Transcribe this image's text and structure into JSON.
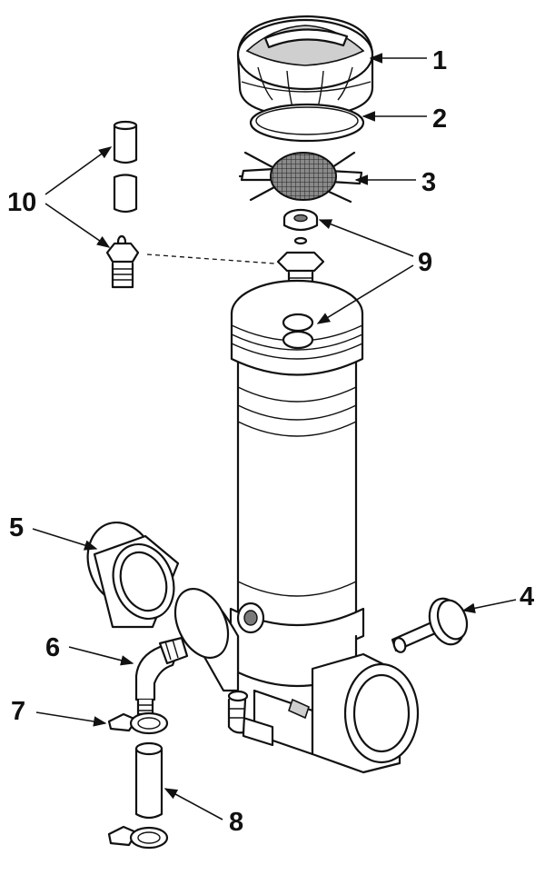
{
  "diagram": {
    "type": "exploded-parts-diagram",
    "callouts": [
      "1",
      "2",
      "3",
      "4",
      "5",
      "6",
      "7",
      "8",
      "9",
      "10"
    ],
    "colors": {
      "ink": "#111111",
      "paper": "#ffffff",
      "shade": "#cfcfcf"
    }
  }
}
